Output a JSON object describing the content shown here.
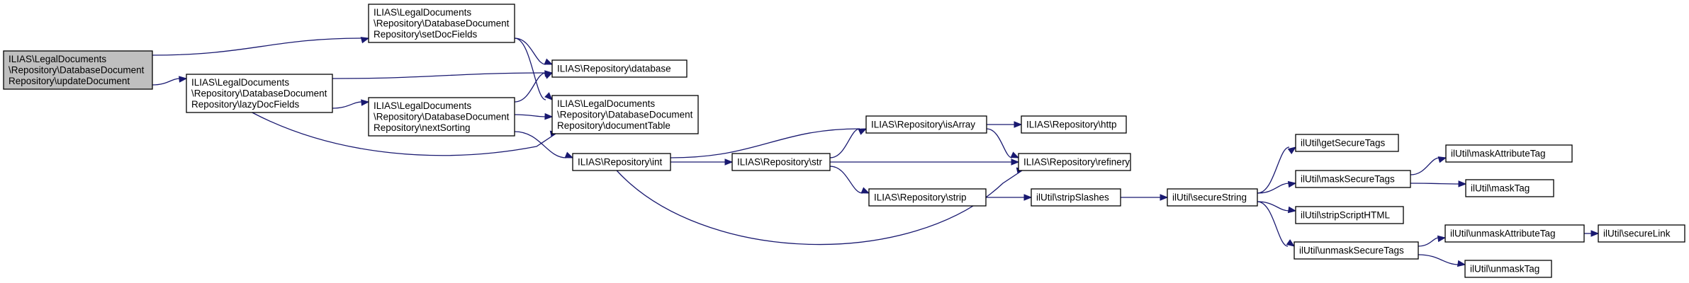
{
  "graph": {
    "colors": {
      "edge": "#191970",
      "node_border": "#000000",
      "root_fill": "#bfbfbf",
      "node_fill": "#ffffff"
    },
    "nodes": [
      {
        "id": "updateDocument",
        "lines": [
          "ILIAS\\LegalDocuments",
          "\\Repository\\DatabaseDocument",
          "Repository\\updateDocument"
        ],
        "root": true
      },
      {
        "id": "setDocFields",
        "lines": [
          "ILIAS\\LegalDocuments",
          "\\Repository\\DatabaseDocument",
          "Repository\\setDocFields"
        ]
      },
      {
        "id": "lazyDocFields",
        "lines": [
          "ILIAS\\LegalDocuments",
          "\\Repository\\DatabaseDocument",
          "Repository\\lazyDocFields"
        ]
      },
      {
        "id": "nextSorting",
        "lines": [
          "ILIAS\\LegalDocuments",
          "\\Repository\\DatabaseDocument",
          "Repository\\nextSorting"
        ]
      },
      {
        "id": "database",
        "lines": [
          "ILIAS\\Repository\\database"
        ]
      },
      {
        "id": "documentTable",
        "lines": [
          "ILIAS\\LegalDocuments",
          "\\Repository\\DatabaseDocument",
          "Repository\\documentTable"
        ]
      },
      {
        "id": "int",
        "lines": [
          "ILIAS\\Repository\\int"
        ]
      },
      {
        "id": "str",
        "lines": [
          "ILIAS\\Repository\\str"
        ]
      },
      {
        "id": "isArray",
        "lines": [
          "ILIAS\\Repository\\isArray"
        ]
      },
      {
        "id": "strip",
        "lines": [
          "ILIAS\\Repository\\strip"
        ]
      },
      {
        "id": "http",
        "lines": [
          "ILIAS\\Repository\\http"
        ]
      },
      {
        "id": "refinery",
        "lines": [
          "ILIAS\\Repository\\refinery"
        ]
      },
      {
        "id": "stripSlashes",
        "lines": [
          "ilUtil\\stripSlashes"
        ]
      },
      {
        "id": "secureString",
        "lines": [
          "ilUtil\\secureString"
        ]
      },
      {
        "id": "getSecureTags",
        "lines": [
          "ilUtil\\getSecureTags"
        ]
      },
      {
        "id": "maskSecureTags",
        "lines": [
          "ilUtil\\maskSecureTags"
        ]
      },
      {
        "id": "stripScriptHTML",
        "lines": [
          "ilUtil\\stripScriptHTML"
        ]
      },
      {
        "id": "unmaskSecureTags",
        "lines": [
          "ilUtil\\unmaskSecureTags"
        ]
      },
      {
        "id": "maskAttributeTag",
        "lines": [
          "ilUtil\\maskAttributeTag"
        ]
      },
      {
        "id": "maskTag",
        "lines": [
          "ilUtil\\maskTag"
        ]
      },
      {
        "id": "unmaskAttributeTag",
        "lines": [
          "ilUtil\\unmaskAttributeTag"
        ]
      },
      {
        "id": "unmaskTag",
        "lines": [
          "ilUtil\\unmaskTag"
        ]
      },
      {
        "id": "secureLink",
        "lines": [
          "ilUtil\\secureLink"
        ]
      }
    ],
    "edges": [
      {
        "from": "updateDocument",
        "to": "setDocFields"
      },
      {
        "from": "updateDocument",
        "to": "lazyDocFields"
      },
      {
        "from": "setDocFields",
        "to": "database"
      },
      {
        "from": "setDocFields",
        "to": "documentTable"
      },
      {
        "from": "lazyDocFields",
        "to": "database"
      },
      {
        "from": "lazyDocFields",
        "to": "nextSorting"
      },
      {
        "from": "lazyDocFields",
        "to": "documentTable"
      },
      {
        "from": "nextSorting",
        "to": "database"
      },
      {
        "from": "nextSorting",
        "to": "documentTable"
      },
      {
        "from": "nextSorting",
        "to": "int"
      },
      {
        "from": "int",
        "to": "isArray"
      },
      {
        "from": "int",
        "to": "str"
      },
      {
        "from": "int",
        "to": "refinery"
      },
      {
        "from": "str",
        "to": "isArray"
      },
      {
        "from": "str",
        "to": "refinery"
      },
      {
        "from": "str",
        "to": "strip"
      },
      {
        "from": "isArray",
        "to": "http"
      },
      {
        "from": "isArray",
        "to": "refinery"
      },
      {
        "from": "strip",
        "to": "stripSlashes"
      },
      {
        "from": "stripSlashes",
        "to": "secureString"
      },
      {
        "from": "secureString",
        "to": "getSecureTags"
      },
      {
        "from": "secureString",
        "to": "maskSecureTags"
      },
      {
        "from": "secureString",
        "to": "stripScriptHTML"
      },
      {
        "from": "secureString",
        "to": "unmaskSecureTags"
      },
      {
        "from": "maskSecureTags",
        "to": "maskAttributeTag"
      },
      {
        "from": "maskSecureTags",
        "to": "maskTag"
      },
      {
        "from": "unmaskSecureTags",
        "to": "unmaskAttributeTag"
      },
      {
        "from": "unmaskSecureTags",
        "to": "unmaskTag"
      },
      {
        "from": "unmaskAttributeTag",
        "to": "secureLink"
      }
    ]
  }
}
